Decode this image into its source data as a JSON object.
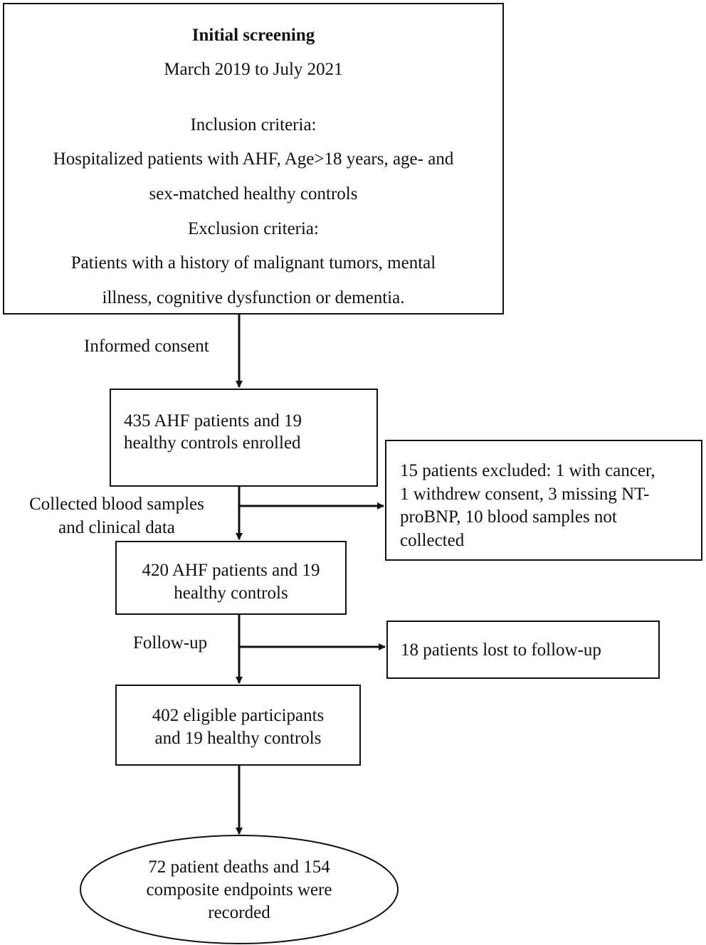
{
  "screening": {
    "title": "Initial screening",
    "period": "March 2019 to July 2021",
    "inclusion_heading": "Inclusion criteria:",
    "inclusion_line1": "Hospitalized patients with AHF, Age>18 years, age- and",
    "inclusion_line2": "sex-matched healthy controls",
    "exclusion_heading": "Exclusion criteria:",
    "exclusion_line1": "Patients with a history of malignant tumors, mental",
    "exclusion_line2": "illness, cognitive dysfunction or dementia."
  },
  "label_consent": "Informed consent",
  "enrolled": {
    "line1": "435 AHF patients and 19",
    "line2": "healthy controls enrolled"
  },
  "label_collected": {
    "line1": "Collected blood samples",
    "line2": "and clinical data"
  },
  "excluded": {
    "line1": "15 patients excluded: 1 with cancer,",
    "line2": "1 withdrew consent, 3 missing NT-",
    "line3": "proBNP, 10 blood samples not",
    "line4": "collected"
  },
  "analyzed": {
    "line1": "420 AHF patients and 19",
    "line2": "healthy controls"
  },
  "label_followup": "Follow-up",
  "lost": "18 patients lost to follow-up",
  "eligible": {
    "line1": "402 eligible participants",
    "line2": "and 19 healthy controls"
  },
  "outcome": {
    "line1": "72 patient deaths and 154",
    "line2": "composite endpoints were",
    "line3": "recorded"
  }
}
